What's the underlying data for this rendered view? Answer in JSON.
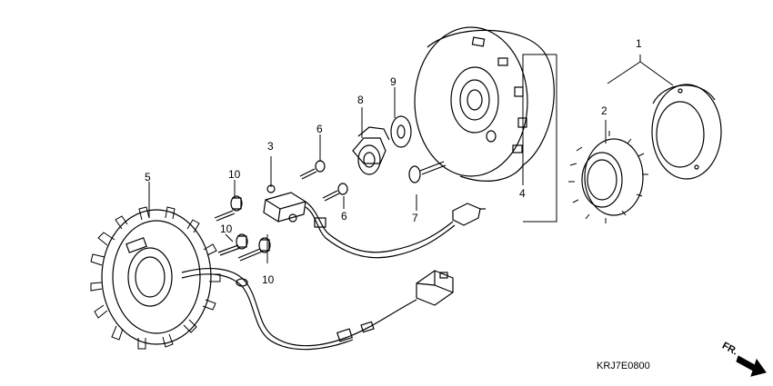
{
  "callouts": {
    "c1": "1",
    "c2": "2",
    "c3": "3",
    "c4": "4",
    "c5": "5",
    "c6a": "6",
    "c6b": "6",
    "c7": "7",
    "c8": "8",
    "c9": "9",
    "c10a": "10",
    "c10b": "10",
    "c10c": "10"
  },
  "diagram_code": "KRJ7E0800",
  "direction_label": "FR.",
  "colors": {
    "line": "#000000",
    "background": "#ffffff",
    "arrow": "#000000"
  }
}
